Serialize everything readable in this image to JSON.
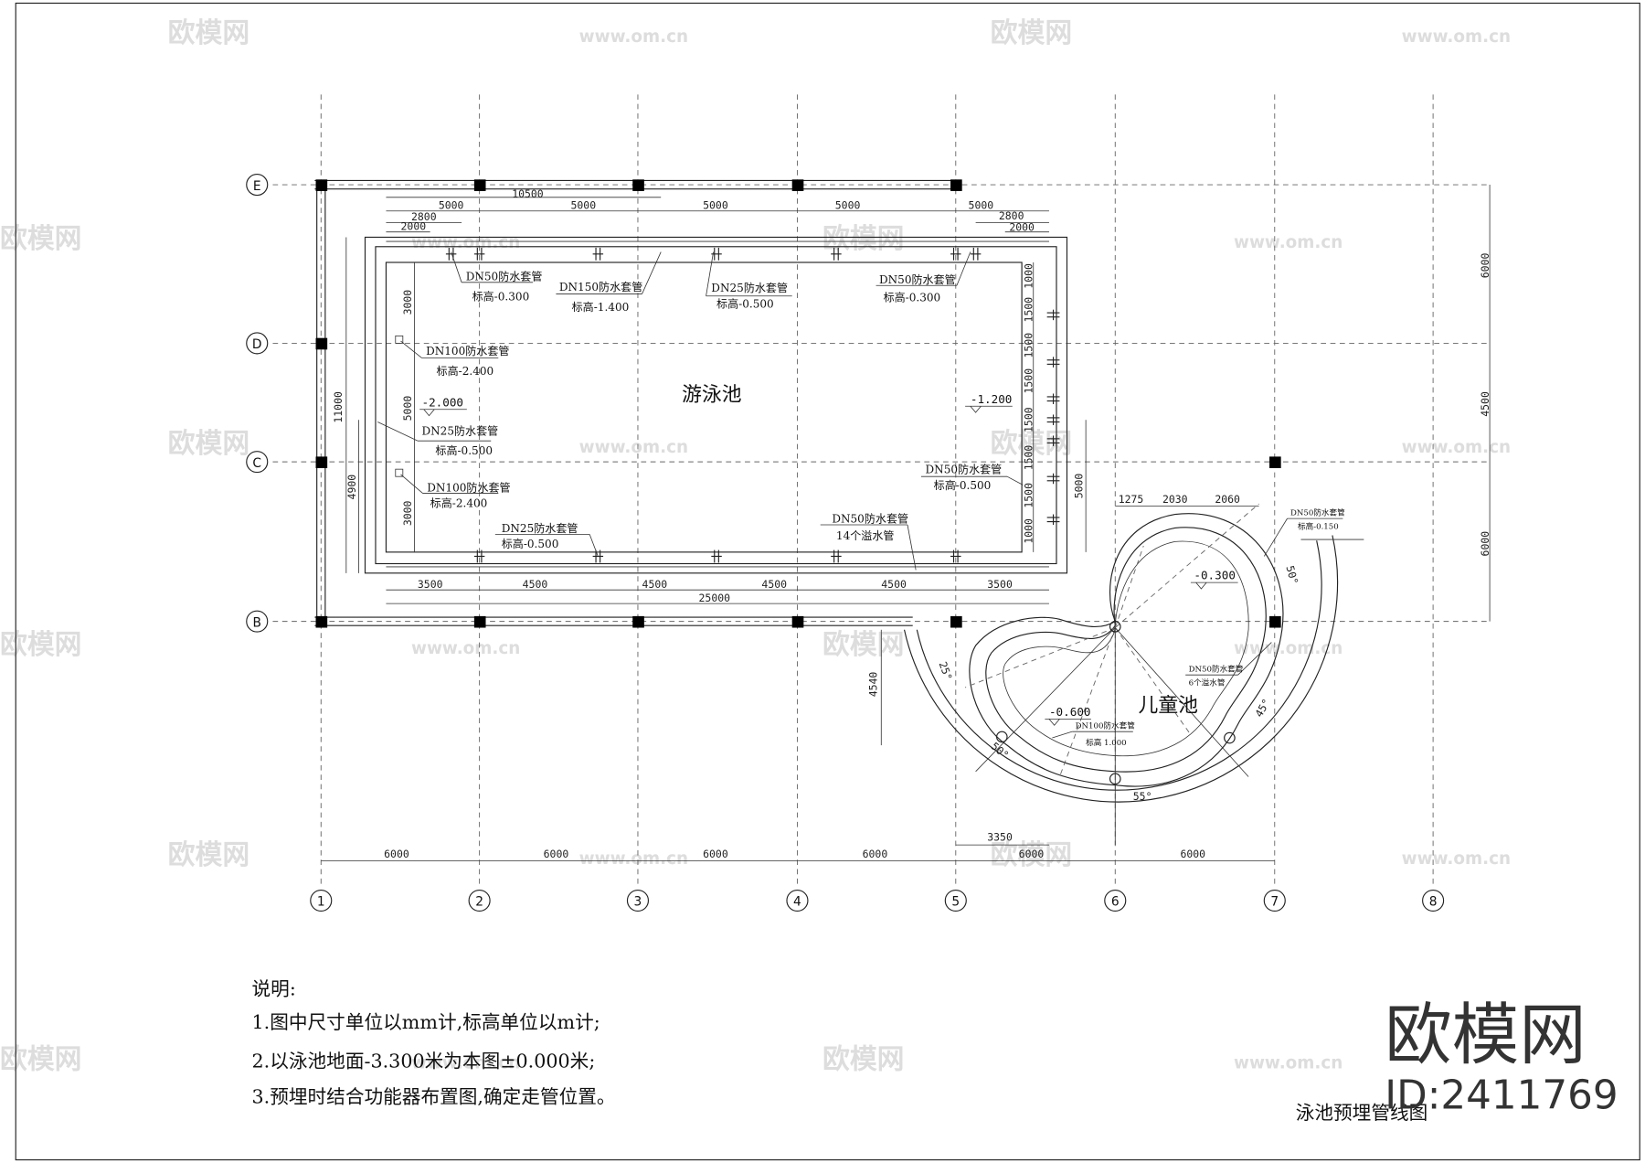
{
  "drawing": {
    "title": "泳池预埋管线图",
    "pool_name": "游泳池",
    "kids_pool_name": "儿童池"
  },
  "axes": {
    "rows": [
      "E",
      "D",
      "C",
      "B"
    ],
    "columns": [
      "1",
      "2",
      "3",
      "4",
      "5",
      "6",
      "7",
      "8"
    ]
  },
  "dimensions": {
    "top_total": "10500",
    "top": [
      "5000",
      "5000",
      "5000",
      "5000",
      "5000"
    ],
    "top_left": [
      "2800",
      "2000"
    ],
    "top_right": [
      "2800",
      "2000"
    ],
    "bottom": [
      "3500",
      "4500",
      "4500",
      "4500",
      "4500",
      "3500"
    ],
    "bottom_total": "25000",
    "axis_bottom": [
      "6000",
      "6000",
      "6000",
      "6000",
      "6000",
      "6000"
    ],
    "axis_right": [
      "6000",
      "4500",
      "6000"
    ],
    "left": [
      "11000",
      "4900",
      "3000",
      "5000",
      "3000"
    ],
    "pool_right": [
      "1000",
      "1500",
      "1500",
      "1500",
      "1500",
      "1500",
      "1500",
      "1000"
    ],
    "pool_right_total": "5000",
    "kids_top": [
      "1275",
      "2030",
      "2060"
    ],
    "kids_left": "4540",
    "kids_bottom": "3350",
    "angles": [
      "25°",
      "50°",
      "55°",
      "45°",
      "50°"
    ]
  },
  "annotations": [
    {
      "pipe": "DN50防水套管",
      "note": "标高-0.300"
    },
    {
      "pipe": "DN150防水套管",
      "note": "标高-1.400"
    },
    {
      "pipe": "DN25防水套管",
      "note": "标高-0.500"
    },
    {
      "pipe": "DN50防水套管",
      "note": "标高-0.300"
    },
    {
      "pipe": "DN100防水套管",
      "note": "标高-2.400"
    },
    {
      "pipe": "DN25防水套管",
      "note": "标高-0.500"
    },
    {
      "pipe": "DN100防水套管",
      "note": "标高-2.400"
    },
    {
      "pipe": "DN25防水套管",
      "note": "标高-0.500"
    },
    {
      "pipe": "DN50防水套管",
      "note": "14个溢水管"
    },
    {
      "pipe": "DN50防水套管",
      "note": "标高-0.500"
    },
    {
      "pipe": "DN50防水套管",
      "note": "标高-0.150"
    },
    {
      "pipe": "DN50防水套管",
      "note": "6个溢水管"
    },
    {
      "pipe": "DN100防水套管",
      "note": "标高 1.000"
    }
  ],
  "elevations": [
    "-2.000",
    "-1.200",
    "-0.300",
    "-0.600"
  ],
  "notes": {
    "heading": "说明:",
    "items": [
      "1.图中尺寸单位以mm计,标高单位以m计;",
      "2.以泳池地面-3.300米为本图±0.000米;",
      "3.预埋时结合功能器布置图,确定走管位置。"
    ]
  },
  "watermark": {
    "brand": "欧模网",
    "id": "ID:2411769",
    "url": "www.om.cn"
  }
}
